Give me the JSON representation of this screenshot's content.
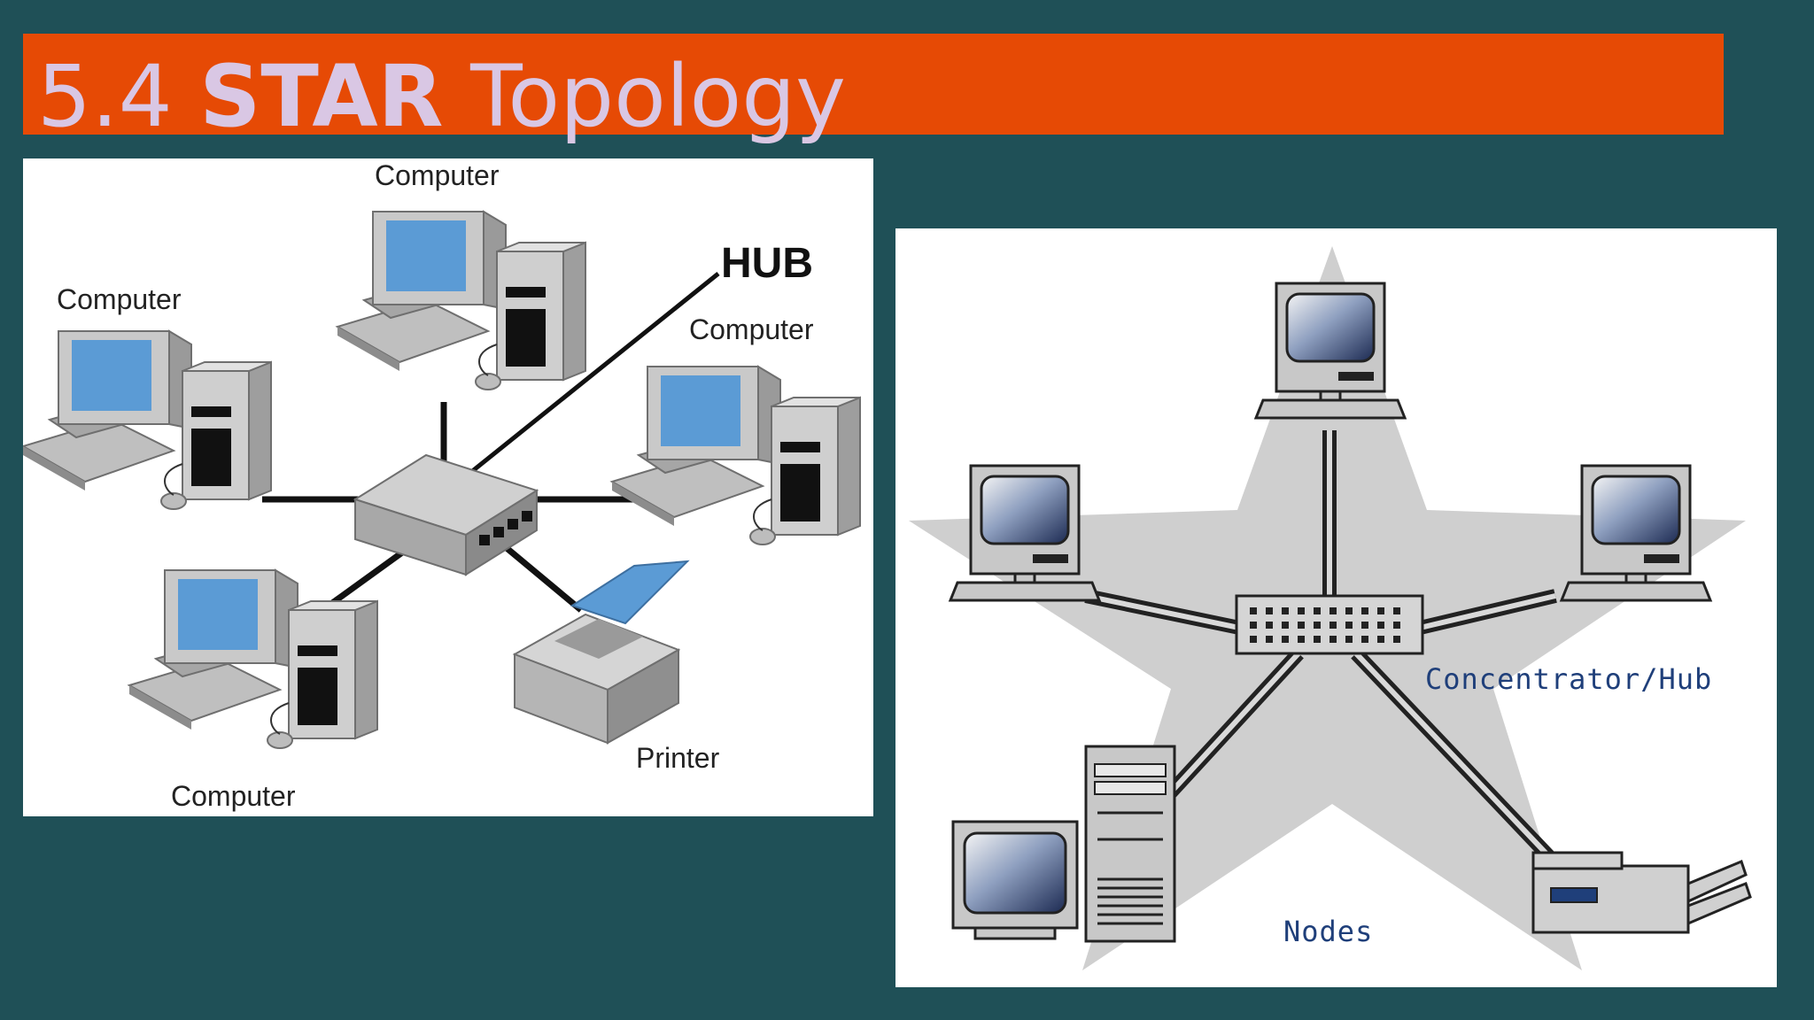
{
  "title": {
    "number": "5.4",
    "bold": "STAR",
    "rest": "Topology"
  },
  "left_diagram": {
    "labels": {
      "top_computer": "Computer",
      "left_computer": "Computer",
      "right_computer": "Computer",
      "bottom_computer": "Computer",
      "hub": "HUB",
      "printer": "Printer"
    }
  },
  "right_diagram": {
    "labels": {
      "hub": "Concentrator/Hub",
      "nodes": "Nodes"
    }
  },
  "colors": {
    "background": "#1f5057",
    "title_bar": "#e64a05",
    "title_text": "#d9c7e4",
    "screen_blue": "#5b9bd5",
    "hub_label": "#1f3f7a"
  }
}
